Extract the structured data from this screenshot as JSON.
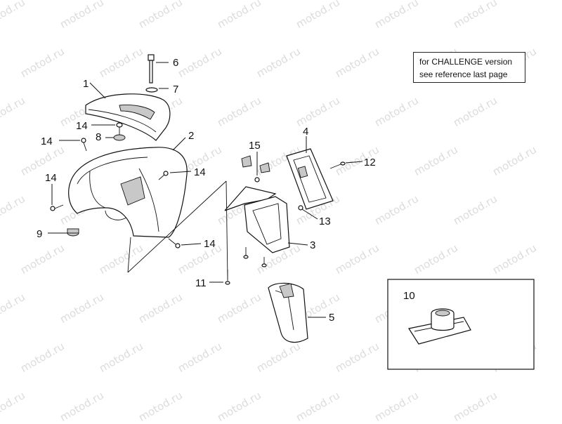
{
  "watermark": "motod.ru",
  "note": {
    "line1": "for CHALLENGE version",
    "line2": "see reference last page"
  },
  "callouts": {
    "c1": "1",
    "c2": "2",
    "c3": "3",
    "c4": "4",
    "c5": "5",
    "c6": "6",
    "c7": "7",
    "c8": "8",
    "c9": "9",
    "c10": "10",
    "c11": "11",
    "c12": "12",
    "c13": "13",
    "c14": "14",
    "c15": "15"
  }
}
